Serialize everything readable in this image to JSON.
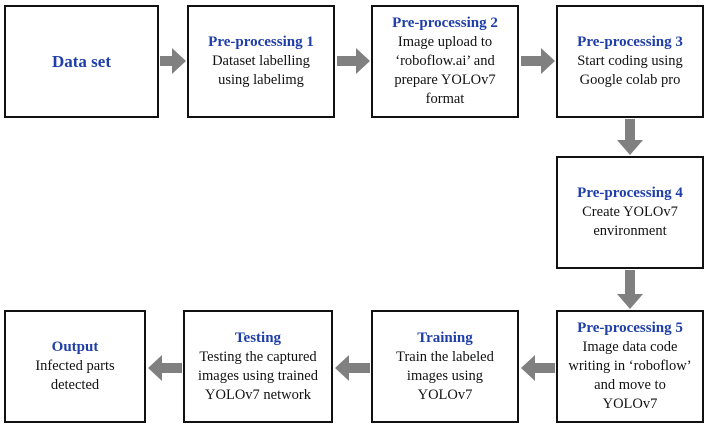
{
  "colors": {
    "title": "#1f3ea8",
    "text": "#111111",
    "border": "#111111",
    "arrow": "#808080"
  },
  "nodes": {
    "dataset": {
      "title": "Data set",
      "desc": ""
    },
    "pre1": {
      "title": "Pre-processing 1",
      "desc": "Dataset labelling\nusing labelimg"
    },
    "pre2": {
      "title": "Pre-processing 2",
      "desc": "Image upload to\n‘roboflow.ai’ and\nprepare YOLOv7\nformat"
    },
    "pre3": {
      "title": "Pre-processing 3",
      "desc": "Start coding using\nGoogle colab pro"
    },
    "pre4": {
      "title": "Pre-processing 4",
      "desc": "Create YOLOv7\nenvironment"
    },
    "pre5": {
      "title": "Pre-processing 5",
      "desc": "Image data code\nwriting in ‘roboflow’\nand move to\nYOLOv7"
    },
    "training": {
      "title": "Training",
      "desc": "Train the labeled\nimages using\nYOLOv7"
    },
    "testing": {
      "title": "Testing",
      "desc": "Testing the captured\nimages using trained\nYOLOv7 network"
    },
    "output": {
      "title": "Output",
      "desc": "Infected parts\ndetected"
    }
  },
  "flow": [
    [
      "dataset",
      "pre1"
    ],
    [
      "pre1",
      "pre2"
    ],
    [
      "pre2",
      "pre3"
    ],
    [
      "pre3",
      "pre4"
    ],
    [
      "pre4",
      "pre5"
    ],
    [
      "pre5",
      "training"
    ],
    [
      "training",
      "testing"
    ],
    [
      "testing",
      "output"
    ]
  ]
}
